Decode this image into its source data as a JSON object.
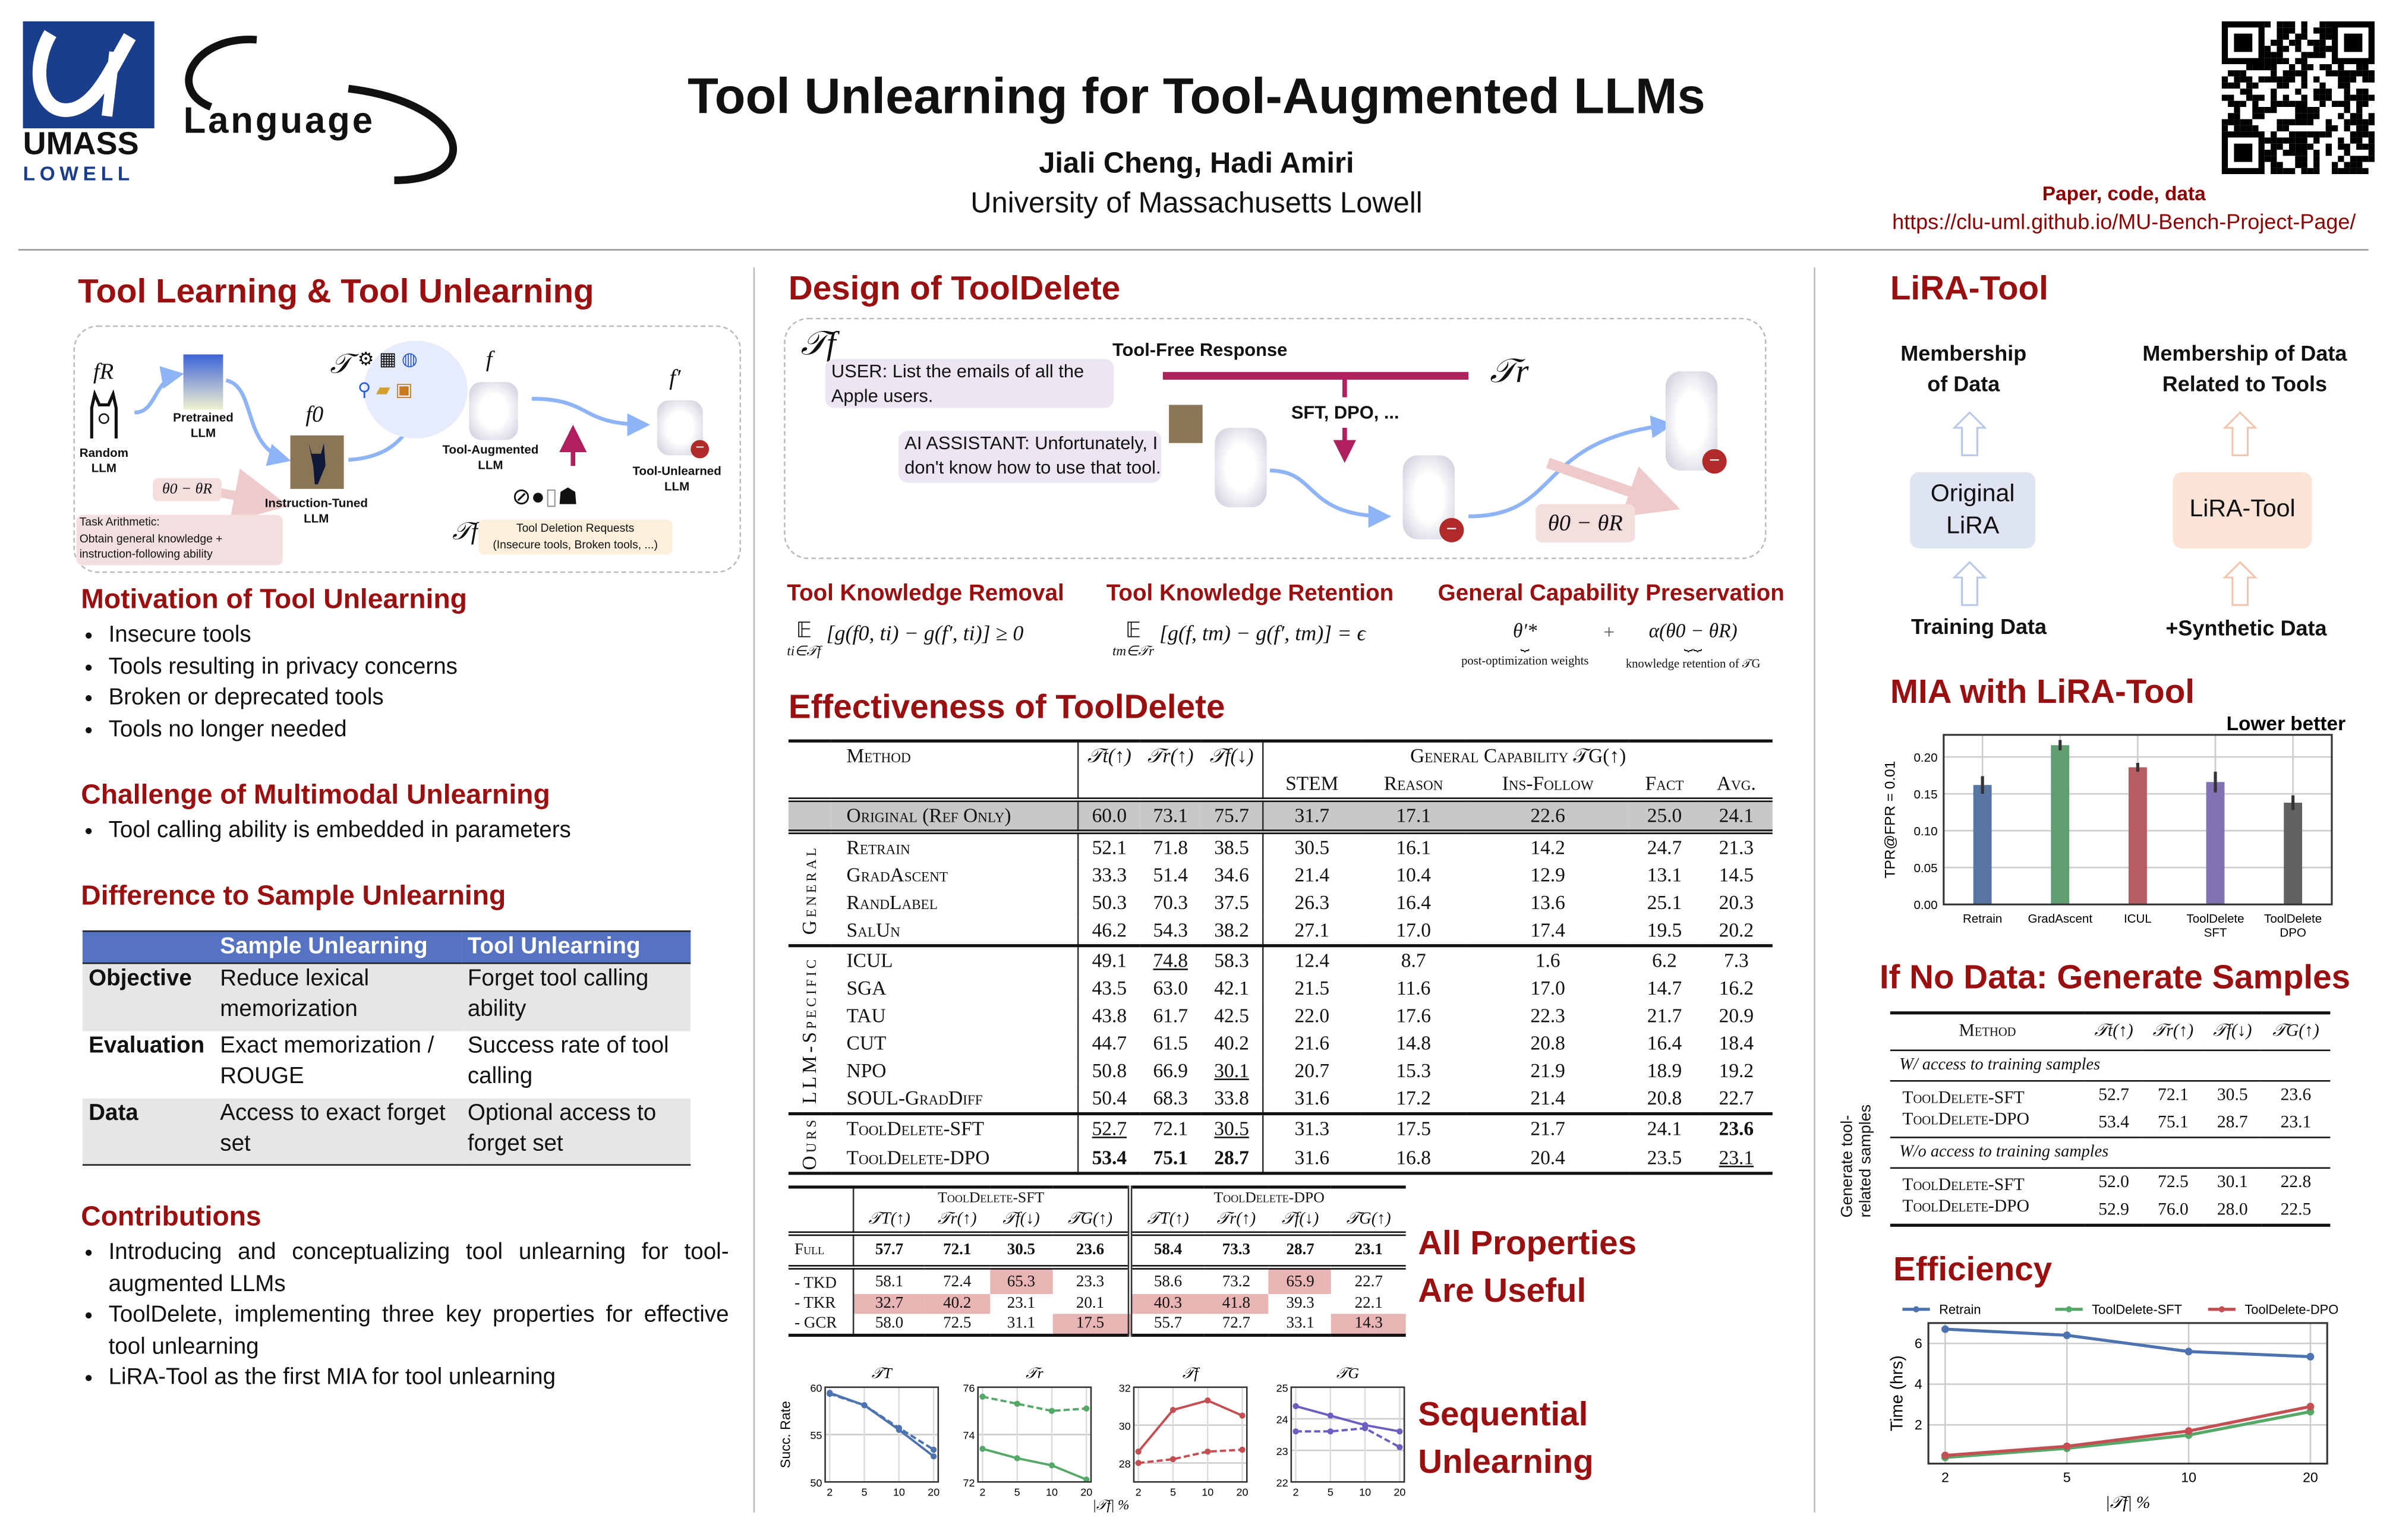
{
  "header": {
    "logo_umass": "UMASS",
    "logo_lowell": "LOWELL",
    "logo_language": "Language",
    "title": "Tool Unlearning for Tool-Augmented LLMs",
    "authors": "Jiali Cheng, Hadi Amiri",
    "affiliation": "University of Massachusetts Lowell",
    "links_label": "Paper, code, data",
    "url": "https://clu-uml.github.io/MU-Bench-Project-Page/"
  },
  "left": {
    "section1_title": "Tool Learning & Tool Unlearning",
    "figure": {
      "f_r": "fR",
      "f0": "f0",
      "f": "f",
      "f_prime": "f′",
      "tools_symbol": "𝒯",
      "tf_symbol": "𝒯f",
      "random_llm": [
        "Random",
        "LLM"
      ],
      "pretrained_llm": [
        "Pretrained",
        "LLM"
      ],
      "instruction_tuned": [
        "Instruction-Tuned",
        "LLM"
      ],
      "tool_augmented": [
        "Tool-Augmented",
        "LLM"
      ],
      "tool_unlearned": [
        "Tool-Unlearned",
        "LLM"
      ],
      "theta_diff": "θ0 − θR",
      "task_arithmetic": [
        "Task Arithmetic:",
        "Obtain general knowledge +",
        "instruction-following ability"
      ],
      "deletion_requests": [
        "Tool Deletion Requests",
        "(Insecure tools, Broken tools, ...)"
      ]
    },
    "motivation_title": "Motivation of Tool Unlearning",
    "motivation": [
      "Insecure tools",
      "Tools resulting in privacy concerns",
      "Broken or deprecated tools",
      "Tools no longer needed"
    ],
    "challenge_title": "Challenge of Multimodal Unlearning",
    "challenge": [
      "Tool calling ability is embedded in parameters"
    ],
    "difference_title": "Difference to Sample Unlearning",
    "comparison": {
      "headers": [
        "",
        "Sample Unlearning",
        "Tool Unlearning"
      ],
      "rows": [
        [
          "Objective",
          "Reduce lexical memorization",
          "Forget tool calling ability"
        ],
        [
          "Evaluation",
          "Exact memorization / ROUGE",
          "Success rate of tool calling"
        ],
        [
          "Data",
          "Access to exact forget set",
          "Optional access to forget set"
        ]
      ]
    },
    "contributions_title": "Contributions",
    "contributions": [
      "Introducing and conceptualizing tool unlearning for tool-augmented LLMs",
      "ToolDelete, implementing three key properties for effective tool unlearning",
      "LiRA-Tool as the first MIA for tool unlearning"
    ]
  },
  "middle": {
    "design_title": "Design of ToolDelete",
    "design_figure": {
      "tf_symbol": "𝒯f",
      "tr_symbol": "𝒯r",
      "user_msg": "USER: List the emails of all the Apple users.",
      "assistant_msg": "AI ASSISTANT: Unfortunately, I don't know how to use that tool.",
      "tool_free": "Tool-Free Response",
      "methods": "SFT, DPO, ...",
      "theta_diff": "θ0 − θR"
    },
    "properties": [
      {
        "title": "Tool Knowledge Removal",
        "formula": "[g(f0, ti) − g(f′, ti)] ≥ 0",
        "sub": "ti∈𝒯f"
      },
      {
        "title": "Tool Knowledge Retention",
        "formula": "[g(f, tm) − g(f′, tm)] = ϵ",
        "sub": "tm∈𝒯r"
      },
      {
        "title": "General Capability Preservation",
        "formula_a": "θ′*",
        "plus": "+",
        "formula_b": "α(θ0 − θR)",
        "note_a": "post-optimization weights",
        "note_b": "knowledge retention of 𝒯G"
      }
    ],
    "effectiveness_title": "Effectiveness of ToolDelete",
    "main_table": {
      "headers": {
        "method": "Method",
        "tt": "𝒯t(↑)",
        "tr": "𝒯r(↑)",
        "tf": "𝒯f(↓)",
        "general": "General Capability 𝒯G(↑)",
        "sub": [
          "STEM",
          "Reason",
          "Ins-Follow",
          "Fact",
          "Avg."
        ]
      },
      "original": {
        "method": "Original (Ref Only)",
        "values": [
          "60.0",
          "73.1",
          "75.7",
          "31.7",
          "17.1",
          "22.6",
          "25.0",
          "24.1"
        ]
      },
      "groups": [
        {
          "name": "General",
          "rows": [
            {
              "method": "Retrain",
              "values": [
                "52.1",
                "71.8",
                "38.5",
                "30.5",
                "16.1",
                "14.2",
                "24.7",
                "21.3"
              ]
            },
            {
              "method": "GradAscent",
              "values": [
                "33.3",
                "51.4",
                "34.6",
                "21.4",
                "10.4",
                "12.9",
                "13.1",
                "14.5"
              ]
            },
            {
              "method": "RandLabel",
              "values": [
                "50.3",
                "70.3",
                "37.5",
                "26.3",
                "16.4",
                "13.6",
                "25.1",
                "20.3"
              ]
            },
            {
              "method": "SalUn",
              "values": [
                "46.2",
                "54.3",
                "38.2",
                "27.1",
                "17.0",
                "17.4",
                "19.5",
                "20.2"
              ]
            }
          ]
        },
        {
          "name": "LLM-Specific",
          "rows": [
            {
              "method": "ICUL",
              "values": [
                "49.1",
                "74.8",
                "58.3",
                "12.4",
                "8.7",
                "1.6",
                "6.2",
                "7.3"
              ],
              "underline": [
                1
              ]
            },
            {
              "method": "SGA",
              "values": [
                "43.5",
                "63.0",
                "42.1",
                "21.5",
                "11.6",
                "17.0",
                "14.7",
                "16.2"
              ]
            },
            {
              "method": "TAU",
              "values": [
                "43.8",
                "61.7",
                "42.5",
                "22.0",
                "17.6",
                "22.3",
                "21.7",
                "20.9"
              ]
            },
            {
              "method": "CUT",
              "values": [
                "44.7",
                "61.5",
                "40.2",
                "21.6",
                "14.8",
                "20.8",
                "16.4",
                "18.4"
              ]
            },
            {
              "method": "NPO",
              "values": [
                "50.8",
                "66.9",
                "30.1",
                "20.7",
                "15.3",
                "21.9",
                "18.9",
                "19.2"
              ],
              "underline": [
                2
              ]
            },
            {
              "method": "SOUL-GradDiff",
              "values": [
                "50.4",
                "68.3",
                "33.8",
                "31.6",
                "17.2",
                "21.4",
                "20.8",
                "22.7"
              ]
            }
          ]
        },
        {
          "name": "Ours",
          "rows": [
            {
              "method": "ToolDelete-SFT",
              "values": [
                "52.7",
                "72.1",
                "30.5",
                "31.3",
                "17.5",
                "21.7",
                "24.1",
                "23.6"
              ],
              "underline": [
                0,
                2
              ],
              "bold": [
                7
              ]
            },
            {
              "method": "ToolDelete-DPO",
              "values": [
                "53.4",
                "75.1",
                "28.7",
                "31.6",
                "16.8",
                "20.4",
                "23.5",
                "23.1"
              ],
              "bold": [
                0,
                1,
                2
              ],
              "underline": [
                7
              ]
            }
          ]
        }
      ]
    },
    "ablation_table": {
      "groups": [
        "ToolDelete-SFT",
        "ToolDelete-DPO"
      ],
      "cols": [
        "𝒯T(↑)",
        "𝒯r(↑)",
        "𝒯f(↓)",
        "𝒯G(↑)",
        "𝒯T(↑)",
        "𝒯r(↑)",
        "𝒯f(↓)",
        "𝒯G(↑)"
      ],
      "full": {
        "label": "Full",
        "values": [
          "57.7",
          "72.1",
          "30.5",
          "23.6",
          "58.4",
          "73.3",
          "28.7",
          "23.1"
        ]
      },
      "rows": [
        {
          "label": "- TKD",
          "values": [
            "58.1",
            "72.4",
            "65.3",
            "23.3",
            "58.6",
            "73.2",
            "65.9",
            "22.7"
          ],
          "highlight": [
            2,
            6
          ]
        },
        {
          "label": "- TKR",
          "values": [
            "32.7",
            "40.2",
            "23.1",
            "20.1",
            "40.3",
            "41.8",
            "39.3",
            "22.1"
          ],
          "highlight": [
            0,
            1,
            4,
            5
          ]
        },
        {
          "label": "- GCR",
          "values": [
            "58.0",
            "72.5",
            "31.1",
            "17.5",
            "55.7",
            "72.7",
            "33.1",
            "14.3"
          ],
          "highlight": [
            3,
            7
          ]
        }
      ],
      "highlight_color": "#e8b4b4"
    },
    "all_properties": [
      "All Properties",
      "Are Useful"
    ],
    "sequential": [
      "Sequential",
      "Unlearning"
    ]
  },
  "right": {
    "lira_title": "LiRA-Tool",
    "lira_diagram": {
      "membership_data": [
        "Membership",
        "of Data"
      ],
      "membership_tools": [
        "Membership of Data",
        "Related to Tools"
      ],
      "original_lira": [
        "Original",
        "LiRA"
      ],
      "lira_tool": "LiRA-Tool",
      "training_data": "Training Data",
      "synthetic": "+Synthetic Data"
    },
    "mia_title": "MIA with LiRA-Tool",
    "nodata_title": "If No Data: Generate Samples",
    "nodata_side_label": [
      "Generate tool-",
      "related samples"
    ],
    "nodata_table": {
      "headers": [
        "Method",
        "𝒯t(↑)",
        "𝒯r(↑)",
        "𝒯f(↓)",
        "𝒯G(↑)"
      ],
      "sections": [
        {
          "title": "W/ access to training samples",
          "rows": [
            {
              "method": "ToolDelete-SFT",
              "values": [
                "52.7",
                "72.1",
                "30.5",
                "23.6"
              ]
            },
            {
              "method": "ToolDelete-DPO",
              "values": [
                "53.4",
                "75.1",
                "28.7",
                "23.1"
              ]
            }
          ]
        },
        {
          "title": "W/o access to training samples",
          "rows": [
            {
              "method": "ToolDelete-SFT",
              "values": [
                "52.0",
                "72.5",
                "30.1",
                "22.8"
              ]
            },
            {
              "method": "ToolDelete-DPO",
              "values": [
                "52.9",
                "76.0",
                "28.0",
                "22.5"
              ]
            }
          ]
        }
      ]
    },
    "efficiency_title": "Efficiency"
  },
  "chart_data": [
    {
      "id": "mia",
      "type": "bar",
      "title": "",
      "annotation": "Lower better",
      "ylabel": "TPR@FPR = 0.01",
      "categories": [
        "Retrain",
        "GradAscent",
        "ICUL",
        "ToolDelete SFT",
        "ToolDelete DPO"
      ],
      "values": [
        0.162,
        0.216,
        0.186,
        0.166,
        0.138
      ],
      "errors": [
        0.012,
        0.007,
        0.006,
        0.014,
        0.01
      ],
      "colors": [
        "#5875a4",
        "#5f9e6e",
        "#b55d60",
        "#8172b3",
        "#626262"
      ],
      "ylim": [
        0,
        0.23
      ],
      "yticks": [
        "0.00",
        "0.05",
        "0.10",
        "0.15",
        "0.20"
      ],
      "grid": true
    },
    {
      "id": "efficiency",
      "type": "line",
      "xlabel": "|𝒯f| %",
      "ylabel": "Time (hrs)",
      "x": [
        "2",
        "5",
        "10",
        "20"
      ],
      "ylim": [
        0.1,
        7.0
      ],
      "yticks": [
        2,
        4,
        6
      ],
      "legend": "top",
      "series": [
        {
          "name": "Retrain",
          "values": [
            6.7,
            6.4,
            5.6,
            5.35
          ],
          "color": "#4c72b0"
        },
        {
          "name": "ToolDelete-SFT",
          "values": [
            0.4,
            0.85,
            1.5,
            2.65
          ],
          "color": "#55a868"
        },
        {
          "name": "ToolDelete-DPO",
          "values": [
            0.5,
            0.95,
            1.7,
            2.9
          ],
          "color": "#c44e52"
        }
      ],
      "grid": true
    },
    {
      "id": "sequential",
      "type": "line",
      "ylabel": "Succ. Rate",
      "xlabel": "|𝒯f| %",
      "x": [
        "2",
        "5",
        "10",
        "20"
      ],
      "panels": [
        {
          "title": "𝒯T",
          "ylim": [
            50,
            60
          ],
          "yticks": [
            50,
            55,
            60
          ],
          "color": "#4c72b0",
          "solid": [
            59.4,
            58.1,
            55.5,
            52.7
          ],
          "dashed": [
            59.3,
            58.1,
            55.7,
            53.4
          ]
        },
        {
          "title": "𝒯r",
          "ylim": [
            72,
            76
          ],
          "yticks": [
            72,
            74,
            76
          ],
          "color": "#55a868",
          "solid": [
            73.4,
            73.0,
            72.7,
            72.1
          ],
          "dashed": [
            75.6,
            75.3,
            75.0,
            75.1
          ]
        },
        {
          "title": "𝒯f",
          "ylim": [
            27,
            32
          ],
          "yticks": [
            28,
            30,
            32
          ],
          "color": "#c44e52",
          "solid": [
            28.6,
            30.8,
            31.3,
            30.5
          ],
          "dashed": [
            28.0,
            28.2,
            28.6,
            28.7
          ]
        },
        {
          "title": "𝒯G",
          "ylim": [
            22,
            25
          ],
          "yticks": [
            22,
            23,
            24,
            25
          ],
          "color": "#6a5fc1",
          "solid": [
            24.4,
            24.1,
            23.8,
            23.6
          ],
          "dashed": [
            23.6,
            23.6,
            23.7,
            23.1
          ]
        }
      ],
      "grid": true
    }
  ]
}
